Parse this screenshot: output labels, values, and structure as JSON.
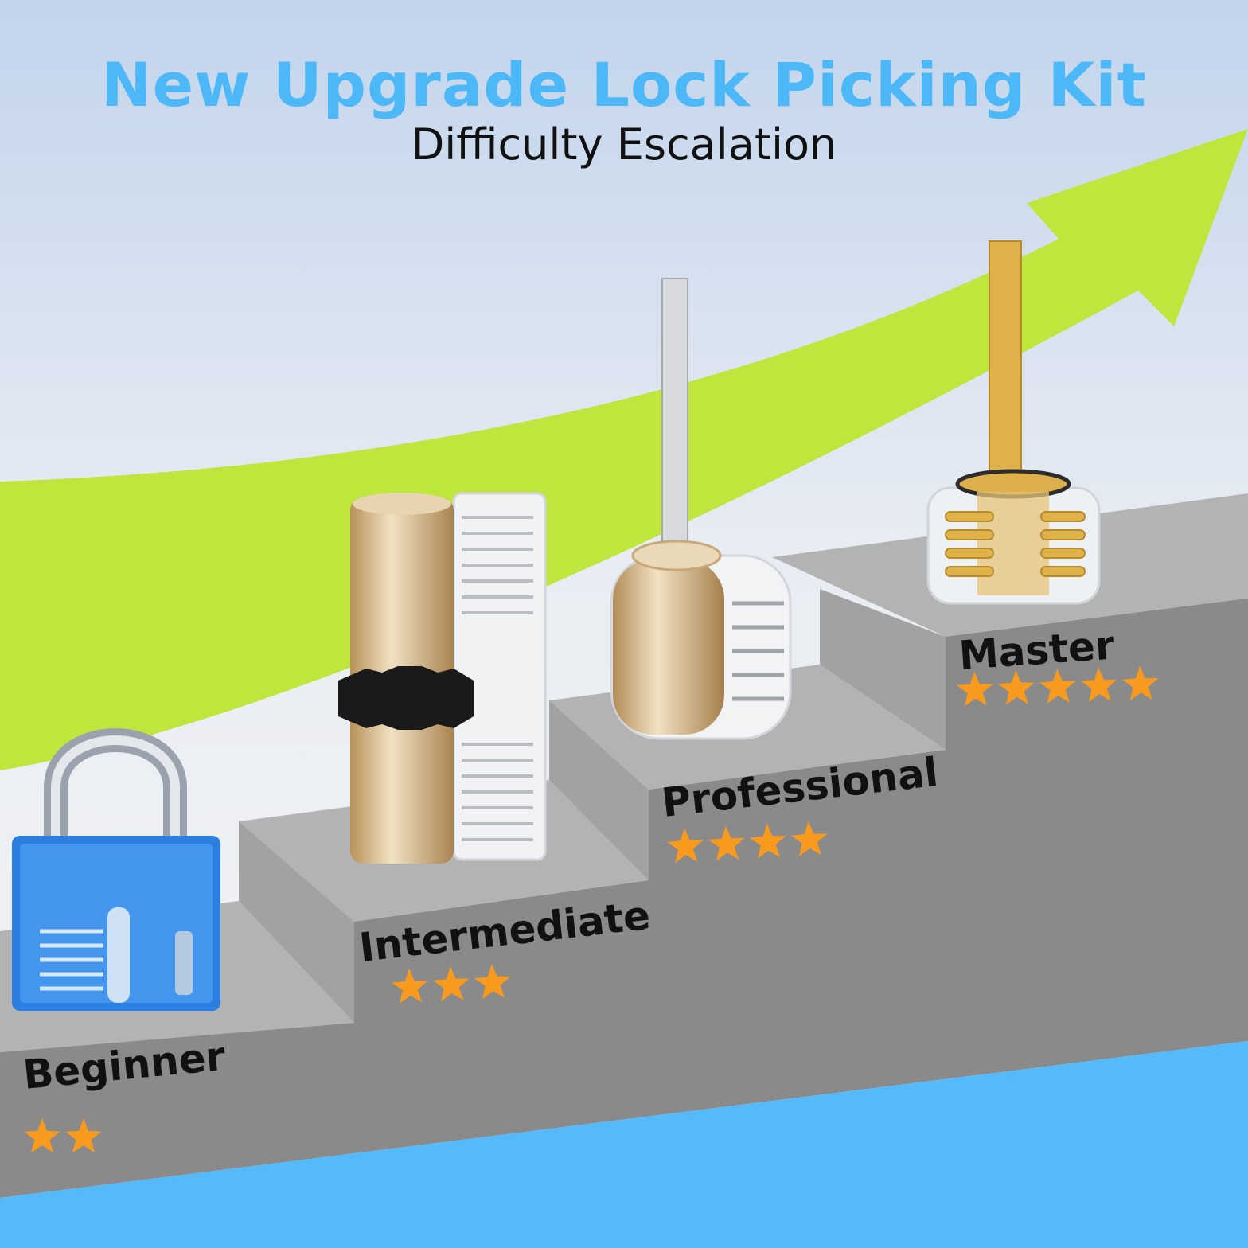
{
  "header": {
    "title": "New Upgrade Lock Picking Kit",
    "subtitle": "Difficulty Escalation"
  },
  "colors": {
    "title": "#4DB8F8",
    "arrow": "#BEE63C",
    "stair_front": "#8A8A8A",
    "stair_top": "#B5B5B5",
    "bottom_band": "#55BAFA",
    "star": "#F79A1E"
  },
  "levels": [
    {
      "label": "Beginner",
      "rating": 2,
      "max_rating": 5,
      "icon": "padlock-icon"
    },
    {
      "label": "Intermediate",
      "rating": 3,
      "max_rating": 5,
      "icon": "euro-cylinder-icon"
    },
    {
      "label": "Professional",
      "rating": 4,
      "max_rating": 5,
      "icon": "rim-cylinder-icon"
    },
    {
      "label": "Master",
      "rating": 5,
      "max_rating": 5,
      "icon": "tubular-lock-icon"
    }
  ]
}
